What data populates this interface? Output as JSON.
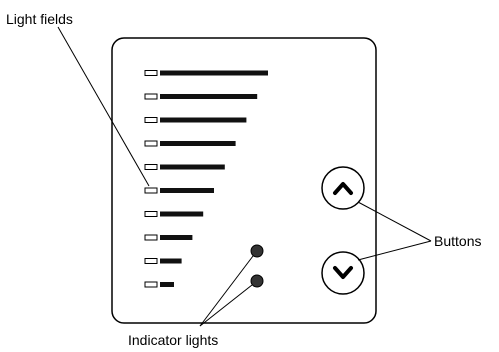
{
  "labels": {
    "light_fields": "Light fields",
    "buttons": "Buttons",
    "indicator_lights": "Indicator lights"
  },
  "light_field_levels": [
    10,
    9,
    8,
    7,
    6,
    5,
    4,
    3,
    2,
    1
  ],
  "buttons": [
    {
      "name": "up-button",
      "icon": "chevron-up-icon"
    },
    {
      "name": "down-button",
      "icon": "chevron-down-icon"
    }
  ],
  "indicator_light_count": 2,
  "colors": {
    "stroke": "#000000",
    "background": "#ffffff",
    "indicator_fill": "#333333"
  }
}
